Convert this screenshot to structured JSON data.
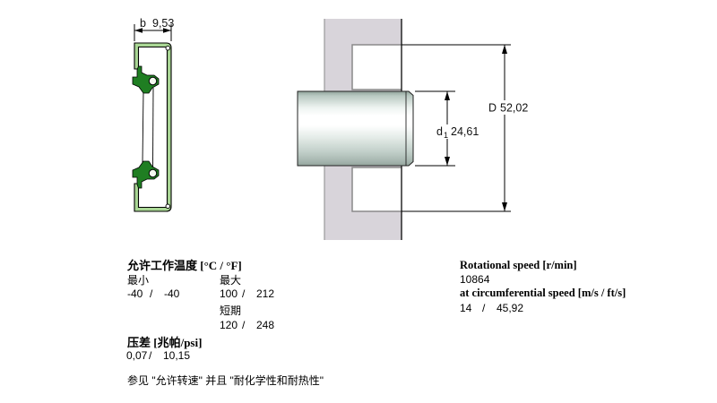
{
  "seal_drawing": {
    "dim_b": {
      "letter": "b",
      "value": "9,53"
    },
    "colors": {
      "casing": "#aad795",
      "lip": "#1f7e22",
      "outline": "#000000"
    }
  },
  "installation_drawing": {
    "dim_d1": {
      "letter": "d",
      "subscript": "1",
      "value": "24,61"
    },
    "dim_D": {
      "letter": "D",
      "value": "52,02"
    },
    "colors": {
      "housing": "#d8d4da",
      "housing_edge": "#9a9a9a",
      "notch_edge": "#8a8a8a",
      "shaft_shadow": "#93a49c"
    }
  },
  "specs": {
    "sep": "/",
    "temperature": {
      "title": "允许工作温度 [°C / °F]",
      "min": {
        "label": "最小",
        "c": "-40",
        "f": "-40"
      },
      "max": {
        "label": "最大",
        "c": "100",
        "f": "212"
      },
      "short_term": {
        "label": "短期",
        "c": "120",
        "f": "248"
      }
    },
    "pressure": {
      "title": "压差 [兆帕/psi]",
      "mpa": "0,07",
      "psi": "10,15"
    },
    "note": "参见 \"允许转速\" 并且 \"耐化学性和耐热性\"",
    "speed": {
      "rotational_title": "Rotational speed [r/min]",
      "rotational_value": "10864",
      "circumferential_title": "at circumferential speed [m/s / ft/s]",
      "ms": "14",
      "fts": "45,92"
    }
  }
}
